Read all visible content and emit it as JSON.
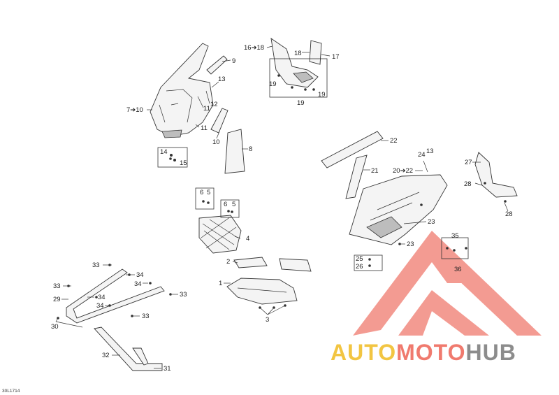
{
  "labels": {
    "l9": "9",
    "l13": "13",
    "l11a": "11",
    "l12": "12",
    "l7": "7➔10",
    "l11b": "11",
    "l10": "10",
    "l8": "8",
    "l14": "14",
    "l15": "15",
    "l16": "16➔18",
    "l18": "18",
    "l17": "17",
    "l19a": "19",
    "l19b": "19",
    "l19c": "19",
    "l22": "22",
    "l24": "24",
    "l13b": "13",
    "l21": "21",
    "l20": "20➔22",
    "l27": "27",
    "l28a": "28",
    "l28b": "28",
    "l6a": "6",
    "l5a": "5",
    "l6b": "6",
    "l5b": "5",
    "l4": "4",
    "l23a": "23",
    "l23b": "23",
    "l25": "25",
    "l26": "26",
    "l35": "35",
    "l36": "36",
    "l2": "2",
    "l1": "1",
    "l3": "3",
    "l33a": "33",
    "l34a": "34",
    "l33b": "33",
    "l34b": "34",
    "l29": "29",
    "l34c": "34",
    "l33c": "33",
    "l34d": "34",
    "l33d": "33",
    "l30": "30",
    "l32": "32",
    "l31": "31"
  },
  "ref_code": "30L1714",
  "watermark": {
    "part1": "AUTO",
    "part2": "MOTO",
    "part3": "HUB"
  },
  "colors": {
    "watermark_red": "#f07a6e",
    "watermark_yellow": "#f2c542",
    "watermark_gray": "#8c8c8c"
  }
}
